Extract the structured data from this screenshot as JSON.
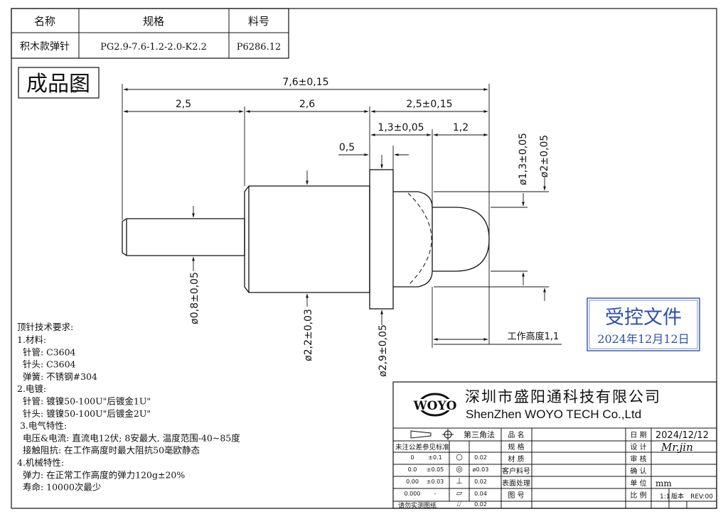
{
  "header_table": {
    "columns": [
      "名称",
      "规格",
      "料号"
    ],
    "row": [
      "积木款弹针",
      "PG2.9-7.6-1.2-2.0-K2.2",
      "P6286.12"
    ]
  },
  "view_title": "成品图",
  "dimensions": {
    "total_length": "7,6±0,15",
    "tail_length": "2,5",
    "barrel_length": "2,6",
    "head_length": "2,5±0,15",
    "collar_to_nose": "1,3±0,05",
    "nose_length": "1,2",
    "collar_width": "0,5",
    "tail_diameter": "ø0,8±0,05",
    "barrel_diameter": "ø2,2±0,03",
    "collar_diameter": "ø2,9±0,05",
    "tip_diameter": "ø1,3±0,05",
    "head_diameter": "ø2±0,05",
    "working_height": "工作高度1,1"
  },
  "stamp": {
    "title": "受控文件",
    "date": "2024年12月12日",
    "color": "#2b4fb0"
  },
  "requirements": {
    "title": "顶针技术要求:",
    "lines": [
      "1.材料:",
      "  针管: C3604",
      "  针头: C3604",
      "  弹簧: 不锈钢#304",
      "2.电镀:",
      "  针管: 镀镍50-100U\"后镀金1U\"",
      "  针头: 镀镍50-100U\"后镀金2U\"",
      " 3.电气特性:",
      "  电压&电流: 直流电12伏; 8安最大, 温度范围-40~85度",
      "  接触阻抗: 在工作高度时最大阻抗50毫欧静态",
      "4.机械特性:",
      "  弹力: 在正常工作高度的弹力120g±20%",
      "  寿命: 10000次最少"
    ]
  },
  "title_block": {
    "logo": "WOYO",
    "company_cn": "深圳市盛阳通科技有限公司",
    "company_en": "ShenZhen  WOYO TECH  Co.,Ltd",
    "projection": "第三角法",
    "tolerance_title": "未注公差参见标准",
    "tolerances": [
      {
        "a": "0",
        "b": "±0.1",
        "sym": "○",
        "v": "0.02"
      },
      {
        "a": "0.0",
        "b": "±0.05",
        "sym": "◎",
        "v": "ø0.03"
      },
      {
        "a": "0.00",
        "b": "±0.03",
        "sym": "⊥",
        "v": "0.02"
      },
      {
        "a": "0.000",
        "b": "-",
        "sym": "▱",
        "v": "0.04"
      },
      {
        "a": "",
        "b": "",
        "sym": "⌰",
        "v": "0.02"
      }
    ],
    "note": "请勿实测图纸",
    "labels": {
      "name": "品 名",
      "spec": "规 格",
      "material": "材 质",
      "customer_pn": "客户料号",
      "surface": "表面处理",
      "drawing_no": "图 号",
      "date": "日 期",
      "design": "设 计",
      "review": "审 核",
      "confirm": "确 认",
      "unit": "单 位",
      "scale": "比 例",
      "version": "版本"
    },
    "values": {
      "date": "2024/12/12",
      "designer": "Mr.jin",
      "unit": "mm",
      "scale": "1:1",
      "version": "REV:00"
    }
  }
}
